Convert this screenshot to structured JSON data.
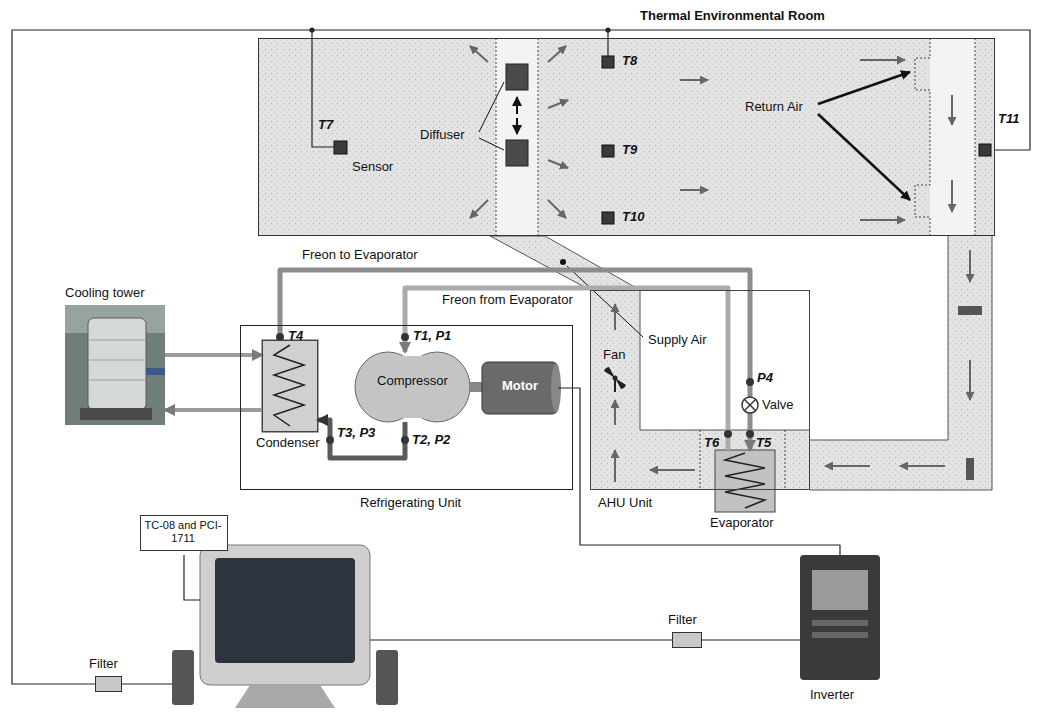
{
  "diagram": {
    "nodes": [
      {
        "text": [
          "Thermal Environmental Room"
        ]
      },
      {
        "text": [
          "Cooling tower"
        ]
      },
      {
        "text": [
          "Refrigerating Unit"
        ]
      },
      {
        "text": [
          "Condenser"
        ],
        "in": 2
      },
      {
        "text": [
          "Compressor"
        ],
        "in": 2
      },
      {
        "text": [
          "Motor"
        ],
        "in": 2
      },
      {
        "text": [
          "AHU Unit"
        ]
      },
      {
        "text": [
          "Evaporator"
        ],
        "in": 6
      },
      {
        "text": [
          "TC-08 and PCI-1711"
        ]
      },
      {
        "text": [
          "Filter"
        ]
      },
      {
        "text": [
          "Filter"
        ]
      },
      {
        "text": [
          "Inverter"
        ]
      }
    ],
    "edges": [
      {
        "from": 1,
        "to": 3,
        "arrow": "to"
      },
      {
        "from": 3,
        "to": 1,
        "arrow": "to"
      },
      {
        "from": 4,
        "to": 3,
        "arrow": "to"
      },
      {
        "from": 3,
        "to": 7,
        "label": "Freon to Evaporator",
        "arrow": "to"
      },
      {
        "from": 7,
        "to": 4,
        "label": "Freon from Evaporator",
        "arrow": "to"
      },
      {
        "from": 5,
        "to": 11,
        "arrow": "none"
      },
      {
        "from": 10,
        "to": 11,
        "arrow": "none"
      },
      {
        "from": 9,
        "to": 0,
        "arrow": "none"
      }
    ],
    "labels": [
      "T7",
      "Sensor",
      "Diffuser",
      "T8",
      "T9",
      "T10",
      "Return Air",
      "T11",
      "T4",
      "T1, P1",
      "T3, P3",
      "T2, P2",
      "Supply Air",
      "Fan",
      "P4",
      "Valve",
      "T6",
      "T5"
    ]
  }
}
